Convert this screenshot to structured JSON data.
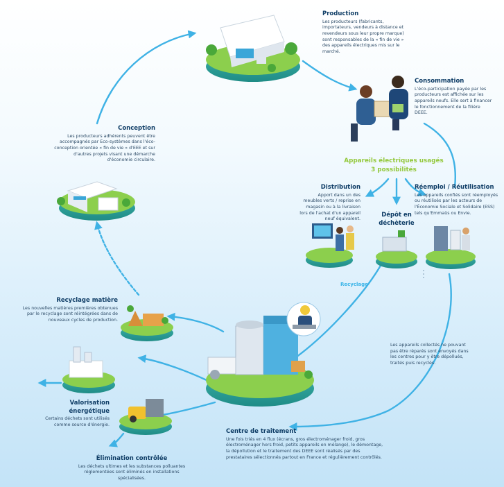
{
  "colors": {
    "arrow": "#3fb2e5",
    "teal": "#2ea7a0",
    "green": "#6cbf3f",
    "title": "#0f3d66",
    "hub": "#93c83b",
    "bg_bottom": "#c3e3f7"
  },
  "production": {
    "title": "Production",
    "text": "Les producteurs (fabricants, importateurs, vendeurs à distance et revendeurs sous leur propre marque) sont responsables de la « fin de vie » des appareils électriques mis sur le marché."
  },
  "consommation": {
    "title": "Consommation",
    "text": "L'éco-participation payée par les producteurs est affichée sur les appareils neufs. Elle sert à financer le fonctionnement de la filière DEEE."
  },
  "conception": {
    "title": "Conception",
    "text": "Les producteurs adhérents peuvent être accompagnés par Eco-systèmes dans l'éco-conception orientée « fin de vie » d'EEE et sur d'autres projets visant une démarche d'économie circulaire."
  },
  "hub": {
    "line1": "Appareils électriques usagés",
    "line2": "3 possibilités"
  },
  "distribution": {
    "title": "Distribution",
    "text": "Apport dans un des meubles verts / reprise en magasin ou à la livraison lors de l'achat d'un appareil neuf équivalent."
  },
  "depot": {
    "title": "Dépôt en déchèterie"
  },
  "reemploi": {
    "title": "Réemploi / Réutilisation",
    "text": "Les appareils confiés sont réemployés ou réutilisés par les acteurs de l'Économie Sociale et Solidaire (ESS) tels qu'Emmaüs ou Envie."
  },
  "recyclage_label": "Recyclage",
  "recyclage_matiere": {
    "title": "Recyclage matière",
    "text": "Les nouvelles matières premières obtenues par le recyclage sont réintégrées dans de nouveaux cycles de production."
  },
  "collectes": {
    "text": "Les appareils collectés ne pouvant pas être réparés sont envoyés dans les centres pour y être dépollués, traités puis recyclés."
  },
  "valorisation": {
    "title": "Valorisation énergétique",
    "text": "Certains déchets sont utilisés comme source d'énergie."
  },
  "centre": {
    "title": "Centre de traitement",
    "text": "Une fois triés en 4 flux (écrans, gros électroménager froid, gros électroménager hors froid, petits appareils en mélange), le démontage, la dépollution et le traitement des DEEE sont réalisés par des prestataires sélectionnés partout en France et régulièrement contrôlés."
  },
  "elimination": {
    "title": "Élimination contrôlée",
    "text": "Les déchets ultimes et les substances polluantes réglementées sont éliminés en installations spécialisées."
  }
}
